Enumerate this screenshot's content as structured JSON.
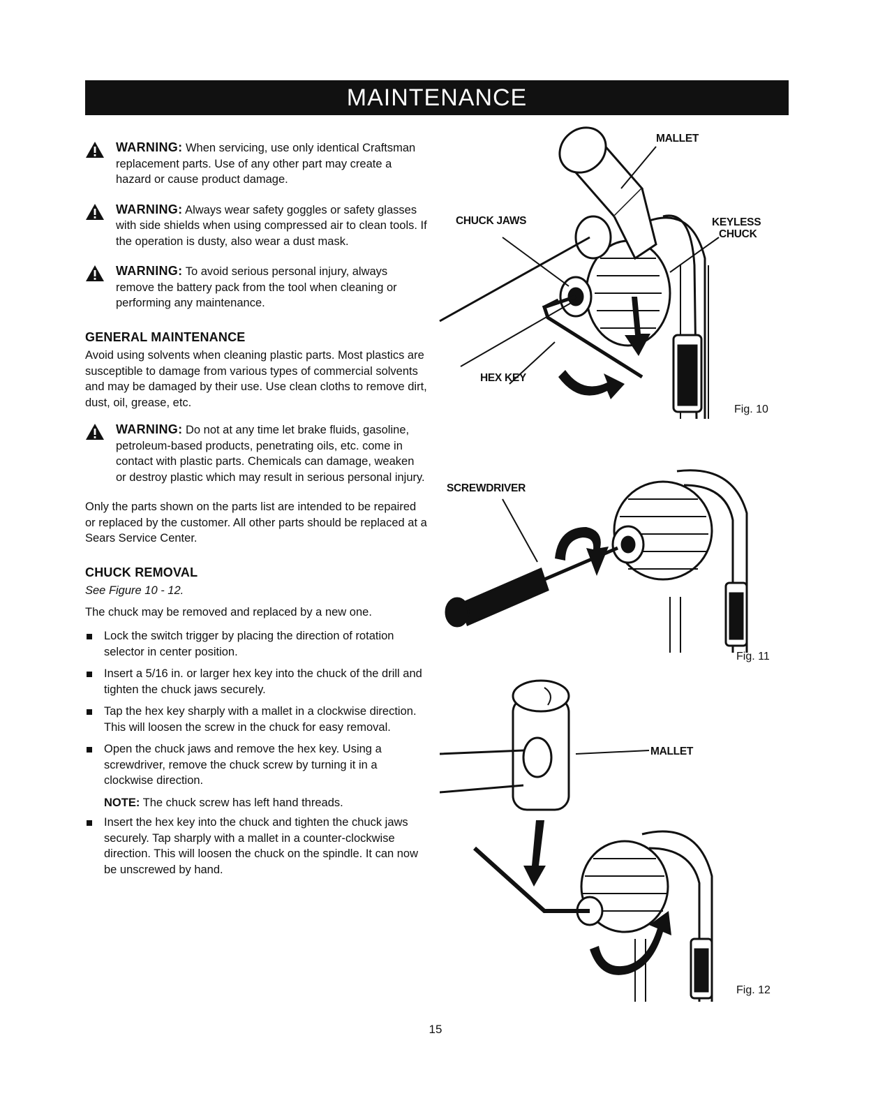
{
  "header": {
    "title": "MAINTENANCE"
  },
  "warnings_top": [
    {
      "label": "WARNING:",
      "text": "When servicing, use only identical Craftsman replacement parts. Use of any other part may create a hazard or cause product damage."
    },
    {
      "label": "WARNING:",
      "text": "Always wear safety goggles or safety glasses with side shields when using compressed air to clean tools. If the operation is dusty, also wear a dust mask."
    },
    {
      "label": "WARNING:",
      "text": "To avoid serious personal injury, always remove the battery pack from the tool when cleaning or performing any maintenance."
    }
  ],
  "general": {
    "heading": "GENERAL MAINTENANCE",
    "body": "Avoid using solvents when cleaning plastic parts. Most plastics are susceptible to damage from various types of commercial solvents and may be damaged by their use. Use clean cloths to remove dirt, dust, oil, grease, etc.",
    "warning": {
      "label": "WARNING:",
      "text": "Do not at any time let brake fluids, gasoline, petroleum-based products, penetrating oils, etc. come in contact with plastic parts. Chemicals can damage, weaken or destroy plastic which may result in serious personal injury."
    },
    "body2": "Only the parts shown on the parts list are intended to be repaired or replaced by the customer. All other parts should be replaced at a Sears Service Center."
  },
  "chuck": {
    "heading": "CHUCK REMOVAL",
    "see": "See Figure 10 - 12.",
    "intro": "The chuck may be removed and replaced by a new one.",
    "steps": [
      "Lock the switch trigger by placing the direction of rotation selector in center position.",
      "Insert a 5/16 in. or larger hex key into the chuck of the drill and tighten the chuck jaws securely.",
      "Tap the hex key sharply with a mallet in a clockwise direction. This will loosen the screw in the chuck for easy removal.",
      "Open the chuck jaws and remove the hex key. Using a screwdriver, remove the chuck screw by turning it in a clockwise direction."
    ],
    "note_label": "NOTE:",
    "note_text": "The chuck screw has left hand threads.",
    "last_step": "Insert the hex key into the chuck and tighten the chuck jaws securely. Tap sharply with a mallet in a counter-clockwise direction. This will loosen the chuck on the spindle. It can now be unscrewed by hand."
  },
  "figures": {
    "fig10": {
      "caption": "Fig. 10",
      "mallet": "MALLET",
      "chuck_jaws": "CHUCK JAWS",
      "keyless_line1": "KEYLESS",
      "keyless_line2": "CHUCK",
      "hex_key": "HEX KEY"
    },
    "fig11": {
      "caption": "Fig. 11",
      "screwdriver": "SCREWDRIVER"
    },
    "fig12": {
      "caption": "Fig. 12",
      "mallet": "MALLET"
    }
  },
  "footer": {
    "page_number": "15"
  }
}
